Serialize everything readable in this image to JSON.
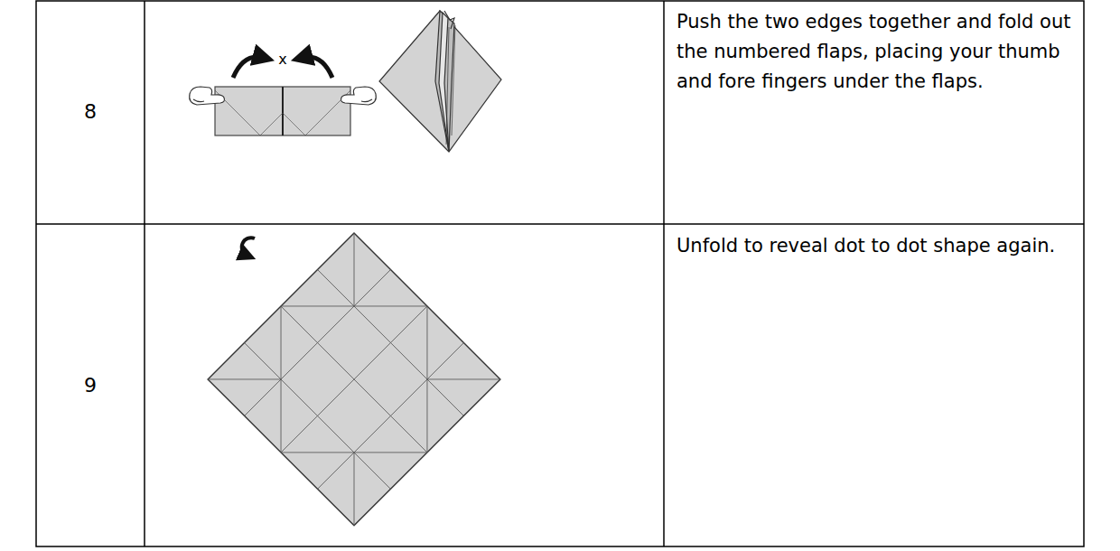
{
  "diagram": {
    "labels": [
      "8",
      "x",
      "Push the two edges together and fold out the numbered flaps, placing your thumb and fore fingers under the flaps.",
      "9",
      "Unfold to reveal dot to dot shape again."
    ]
  }
}
